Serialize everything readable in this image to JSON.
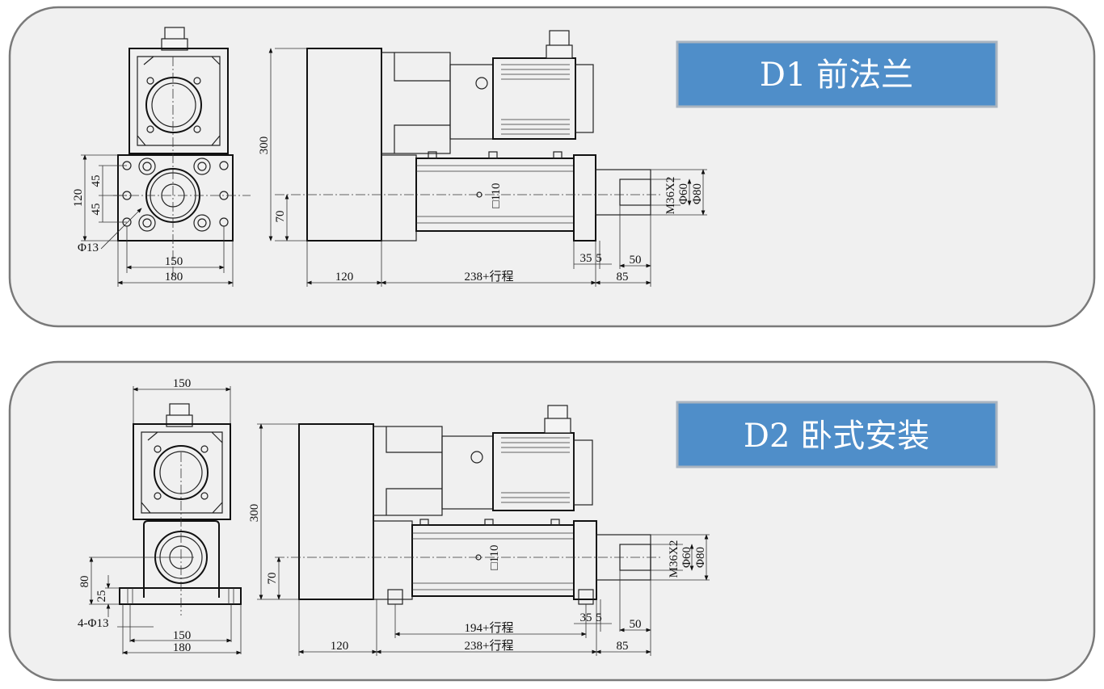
{
  "panels": [
    {
      "title": "D1 前法兰",
      "title_bg": "#4f8ec9",
      "dims": {
        "plate_height": "120",
        "hole_spacing_upper": "45",
        "hole_spacing_lower": "45",
        "hole_dia": "Φ13",
        "hole_pitch_width": "150",
        "plate_width": "180",
        "height": "300",
        "center_height": "70",
        "tube_square": "□110",
        "thread": "M36X2",
        "rod_dia": "Φ60",
        "end_dia": "Φ80",
        "gap_35": "35",
        "gap_5": "5",
        "thread_len": "50",
        "block_len": "120",
        "body_len": "238+行程",
        "rod_len": "85"
      }
    },
    {
      "title": "D2 卧式安装",
      "title_bg": "#4f8ec9",
      "dims": {
        "top_width": "150",
        "height": "300",
        "center_height": "70",
        "tube_square": "□110",
        "thread": "M36X2",
        "rod_dia": "Φ60",
        "end_dia": "Φ80",
        "axis_height": "80",
        "foot_height": "25",
        "hole_dia": "4-Φ13",
        "hole_pitch_width": "150",
        "base_width": "180",
        "gap_35": "35",
        "gap_5": "5",
        "thread_len": "50",
        "foot_spacing": "194+行程",
        "block_len": "120",
        "body_len": "238+行程",
        "rod_len": "85"
      }
    }
  ]
}
